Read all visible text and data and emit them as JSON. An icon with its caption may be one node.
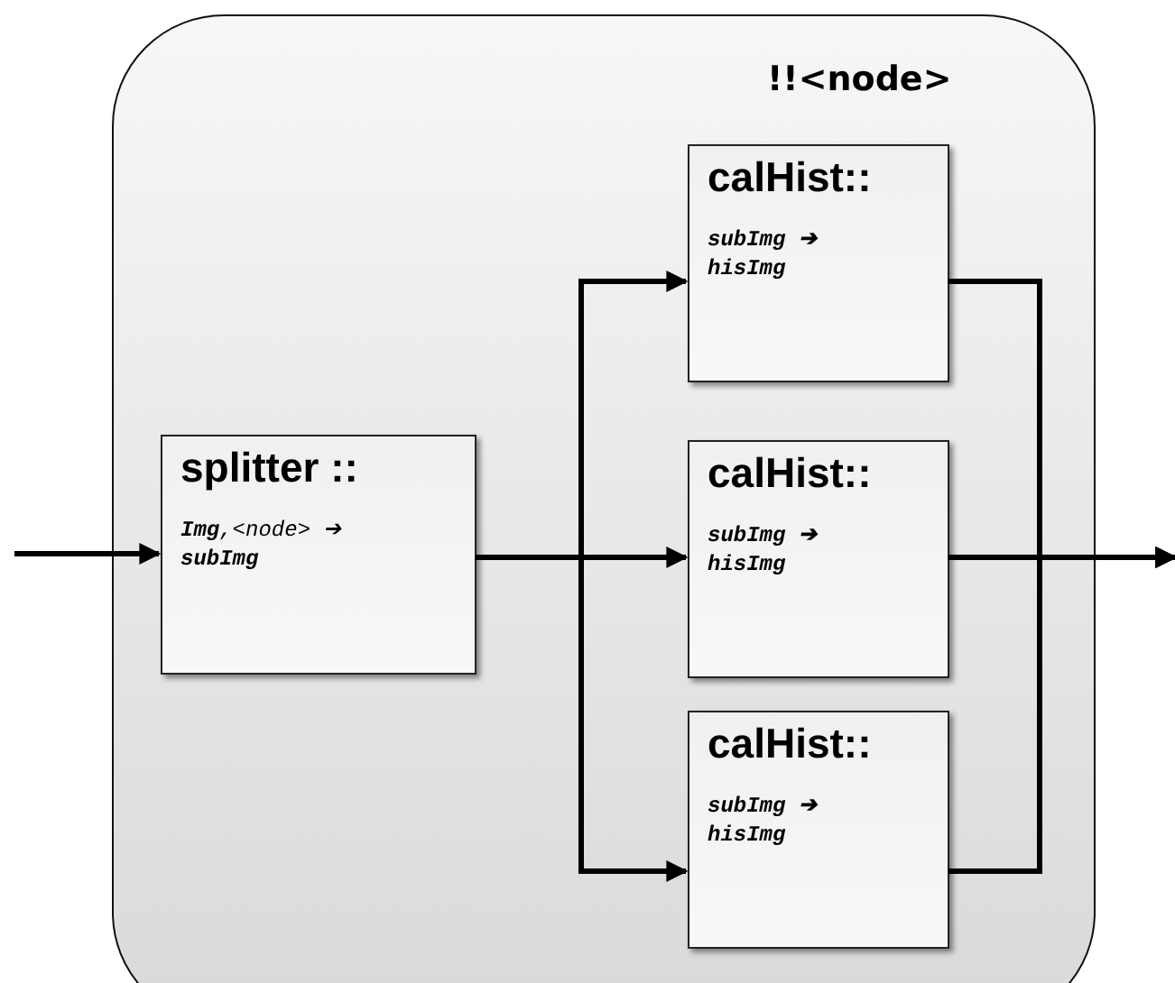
{
  "diagram": {
    "nodes": [
      {
        "text": [
          "!!<node>"
        ]
      },
      {
        "text": [
          "splitter ::",
          "**Img**,<node> ➔ **subImg**"
        ],
        "in": 0
      },
      {
        "text": [
          "calHist::",
          "subImg ➔ hisImg"
        ],
        "in": 0
      },
      {
        "text": [
          "calHist::",
          "subImg ➔ hisImg"
        ],
        "in": 0
      },
      {
        "text": [
          "calHist::",
          "subImg ➔ hisImg"
        ],
        "in": 0
      }
    ],
    "edges": [
      {
        "from": null,
        "to": 1,
        "arrow": "to"
      },
      {
        "from": 1,
        "to": 2,
        "arrow": "to"
      },
      {
        "from": 1,
        "to": 3,
        "arrow": "to"
      },
      {
        "from": 1,
        "to": 4,
        "arrow": "to"
      },
      {
        "from": 2,
        "to": null,
        "arrow": "to"
      },
      {
        "from": 3,
        "to": null,
        "arrow": "to"
      },
      {
        "from": 4,
        "to": null,
        "arrow": "to"
      }
    ]
  }
}
